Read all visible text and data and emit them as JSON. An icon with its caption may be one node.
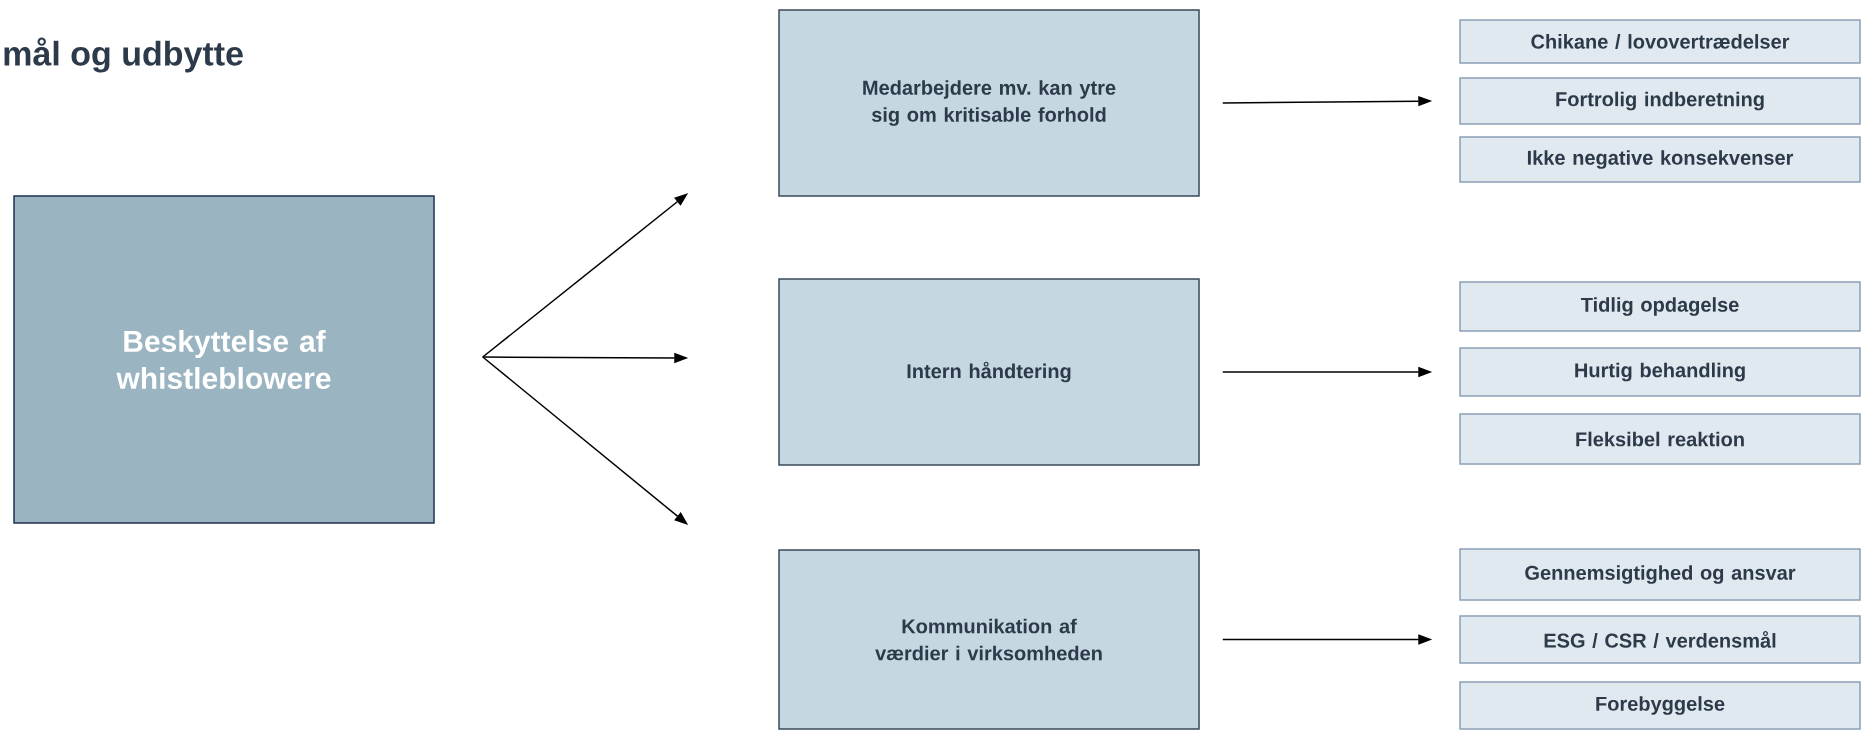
{
  "diagram": {
    "title": "mål og udbytte",
    "nodes": [
      {
        "text": [
          "Beskyttelse af whistleblowere"
        ]
      },
      {
        "text": [
          "Medarbejdere mv. kan ytre sig om kritisable forhold"
        ]
      },
      {
        "text": [
          "Intern håndtering"
        ]
      },
      {
        "text": [
          "Kommunikation af værdier i virksomheden"
        ]
      },
      {
        "text": [
          "Chikane / lovovertrædelser"
        ]
      },
      {
        "text": [
          "Fortrolig indberetning"
        ]
      },
      {
        "text": [
          "Ikke negative konsekvenser"
        ]
      },
      {
        "text": [
          "Tidlig opdagelse"
        ]
      },
      {
        "text": [
          "Hurtig behandling"
        ]
      },
      {
        "text": [
          "Fleksibel reaktion"
        ]
      },
      {
        "text": [
          "Gennemsigtighed og ansvar"
        ]
      },
      {
        "text": [
          "ESG / CSR / verdensmål"
        ]
      },
      {
        "text": [
          "Forebyggelse"
        ]
      }
    ],
    "edges": [
      {
        "from": 0,
        "to": 1,
        "arrow": "to"
      },
      {
        "from": 0,
        "to": 2,
        "arrow": "to"
      },
      {
        "from": 0,
        "to": 3,
        "arrow": "to"
      },
      {
        "from": 1,
        "to": 5,
        "arrow": "to"
      },
      {
        "from": 2,
        "to": 8,
        "arrow": "to"
      },
      {
        "from": 3,
        "to": 11,
        "arrow": "to"
      }
    ]
  }
}
